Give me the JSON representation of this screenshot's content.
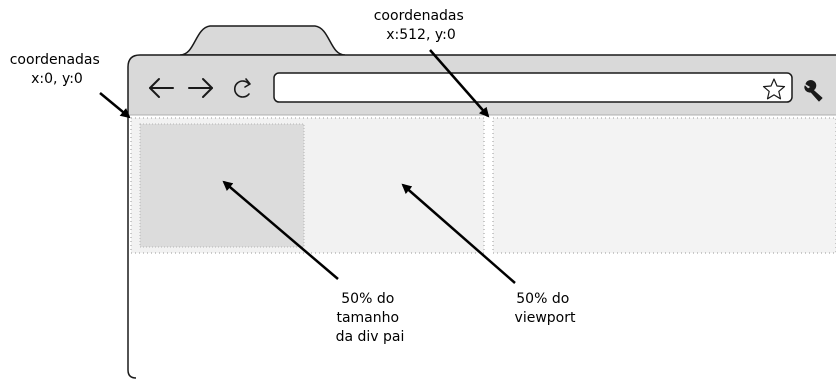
{
  "annotations": {
    "origin_label": {
      "line1": "coordenadas",
      "line2": "x:0, y:0"
    },
    "midpoint_label": {
      "line1": "coordenadas",
      "line2": "x:512, y:0"
    },
    "parent_div_label": {
      "line1": "50% do",
      "line2": "tamanho",
      "line3": "da div pai"
    },
    "viewport_label": {
      "line1": "50% do",
      "line2": "viewport"
    }
  },
  "toolbar": {
    "back_icon": "arrow-left",
    "forward_icon": "arrow-right",
    "reload_icon": "reload",
    "bookmark_icon": "star",
    "settings_icon": "wrench",
    "address_value": ""
  },
  "colors": {
    "chrome": "#d9d9d9",
    "outline": "#1a1a1a",
    "left_region": "#f2f2f2",
    "right_region": "#f3f3f3",
    "inner_box": "#dcdcdc",
    "dotted_border": "#9a9a9a"
  }
}
